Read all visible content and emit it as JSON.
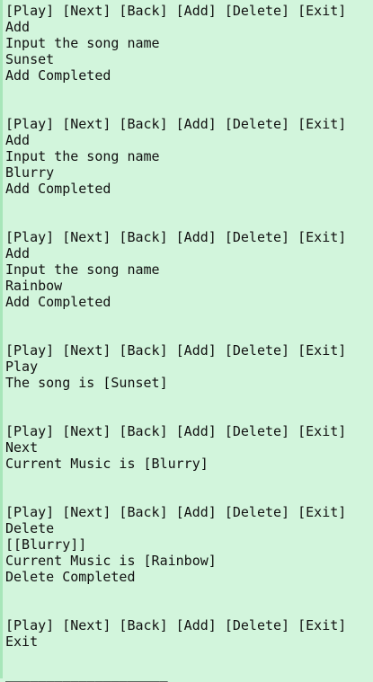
{
  "menu": "[Play] [Next] [Back] [Add] [Delete] [Exit]",
  "blocks": [
    {
      "lines": [
        "Add",
        "Input the song name",
        "Sunset",
        "Add Completed"
      ]
    },
    {
      "lines": [
        "Add",
        "Input the song name",
        "Blurry",
        "Add Completed"
      ]
    },
    {
      "lines": [
        "Add",
        "Input the song name",
        "Rainbow",
        "Add Completed"
      ]
    },
    {
      "lines": [
        "Play",
        "The song is [Sunset]"
      ]
    },
    {
      "lines": [
        "Next",
        "Current Music is [Blurry]"
      ]
    },
    {
      "lines": [
        "Delete",
        "[[Blurry]]",
        "Current Music is [Rainbow]",
        "Delete Completed"
      ]
    },
    {
      "lines": [
        "Exit"
      ]
    }
  ],
  "terminator": "____________________"
}
